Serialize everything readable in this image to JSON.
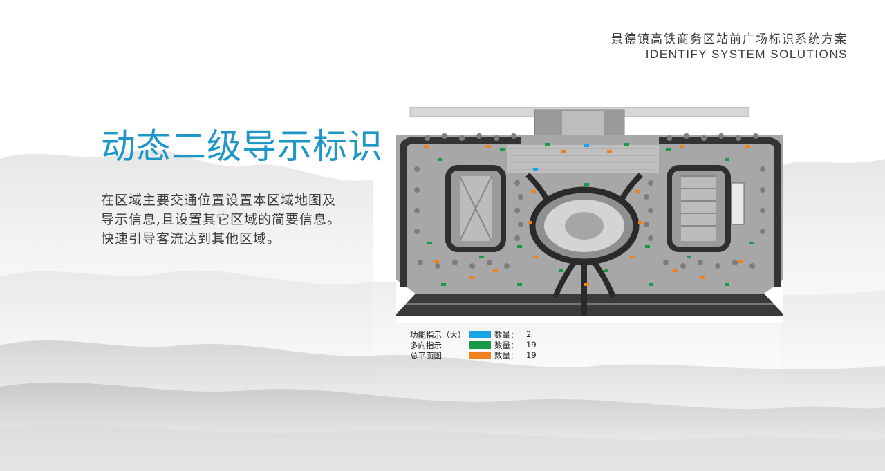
{
  "header": {
    "title_cn": "景德镇高铁商务区站前广场标识系统方案",
    "title_en": "IDENTIFY SYSTEM SOLUTIONS"
  },
  "page": {
    "title": "动态二级导示标识",
    "description_lines": [
      "在区域主要交通位置设置本区域地图及",
      "导示信息,且设置其它区域的简要信息。",
      "快速引导客流达到其他区域。"
    ]
  },
  "legend": {
    "items": [
      {
        "label": "功能指示（大）",
        "count_label": "数量：",
        "count": "2",
        "color": "#1aa3e8"
      },
      {
        "label": "多向指示",
        "count_label": "数量：",
        "count": "19",
        "color": "#169a4a"
      },
      {
        "label": "总平面图",
        "count_label": "数量：",
        "count": "19",
        "color": "#f0821e"
      }
    ]
  },
  "colors": {
    "accent": "#1e96c8",
    "sign_blue": "#1aa3e8",
    "sign_green": "#169a4a",
    "sign_orange": "#f0821e"
  }
}
